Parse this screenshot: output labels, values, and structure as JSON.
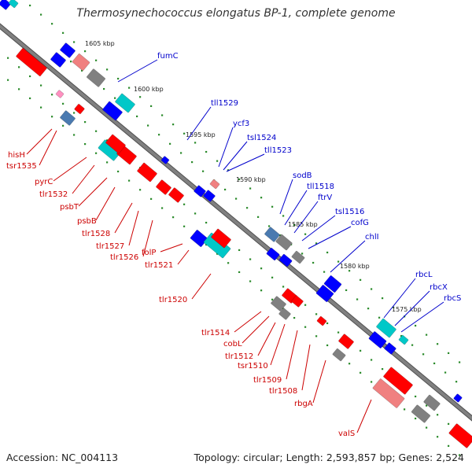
{
  "title": "Thermosynechococcus elongatus BP-1, complete genome",
  "footer": {
    "accession": "Accession: NC_004113",
    "summary": "Topology: circular; Length: 2,593,857 bp; Genes: 2,524"
  },
  "colors": {
    "forward_label": "#0000cc",
    "reverse_label": "#cc0000",
    "forward_gene": "#0000ff",
    "reverse_gene": "#ff0000",
    "rna_gene": "#00c8c8",
    "pseudo_gene": "#808080",
    "backbone": "#808080"
  },
  "scale_labels": [
    "1605 kbp",
    "1600 kbp",
    "1595 kbp",
    "1590 kbp",
    "1585 kbp",
    "1580 kbp",
    "1575 kbp"
  ],
  "forward_genes": [
    "fumC",
    "tll1529",
    "ycf3",
    "tsl1524",
    "tll1523",
    "sodB",
    "tll1518",
    "ftrV",
    "tsl1516",
    "cofG",
    "chlI",
    "rbcL",
    "rbcX",
    "rbcS"
  ],
  "reverse_genes": [
    "hisH",
    "tsr1535",
    "pyrC",
    "tlr1532",
    "psbT",
    "psbB",
    "tlr1528",
    "tlr1527",
    "tlr1526",
    "folP",
    "tlr1521",
    "tlr1520",
    "tlr1514",
    "cobL",
    "tlr1512",
    "tsr1510",
    "tlr1509",
    "tlr1508",
    "rbgA",
    "valS"
  ]
}
